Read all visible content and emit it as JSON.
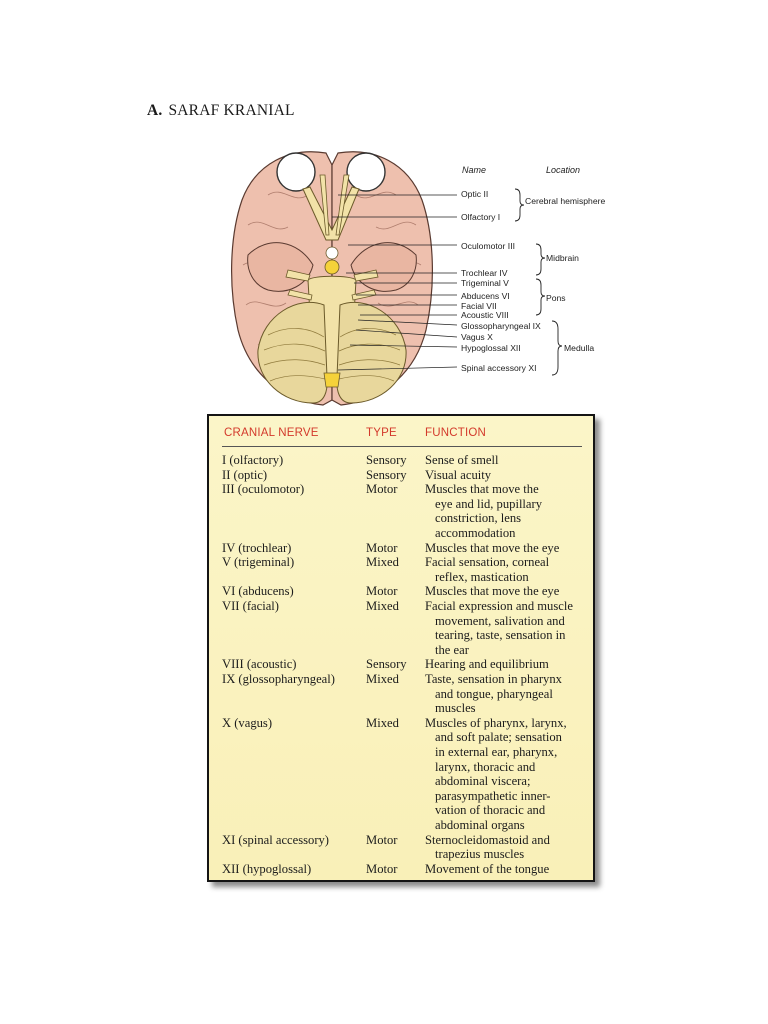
{
  "heading": {
    "letter": "A.",
    "text": "SARAF KRANIAL"
  },
  "figure": {
    "column_headers": {
      "name": "Name",
      "location": "Location"
    },
    "nerve_labels": [
      "Optic II",
      "Olfactory I",
      "Oculomotor III",
      "Trochlear IV",
      "Trigeminal V",
      "Abducens VI",
      "Facial VII",
      "Acoustic VIII",
      "Glossopharyngeal IX",
      "Vagus X",
      "Hypoglossal XII",
      "Spinal accessory XI"
    ],
    "location_labels": [
      "Cerebral hemisphere",
      "Midbrain",
      "Pons",
      "Medulla"
    ],
    "colors": {
      "brain": "#eec0ae",
      "brain_outline": "#5a3a30",
      "nerve": "#f2e2a8",
      "cerebellum": "#e8d79c"
    }
  },
  "table": {
    "headers": {
      "nerve": "CRANIAL NERVE",
      "type": "TYPE",
      "function": "FUNCTION"
    },
    "header_color": "#d33a2c",
    "background_color": "#faf3c0",
    "rows": [
      {
        "nerve": "I (olfactory)",
        "type": "Sensory",
        "function": [
          "Sense of smell"
        ]
      },
      {
        "nerve": "II (optic)",
        "type": "Sensory",
        "function": [
          "Visual acuity"
        ]
      },
      {
        "nerve": "III (oculomotor)",
        "type": "Motor",
        "function": [
          "Muscles that move the",
          "eye and lid, pupillary",
          "constriction, lens",
          "accommodation"
        ]
      },
      {
        "nerve": "IV (trochlear)",
        "type": "Motor",
        "function": [
          "Muscles that move the eye"
        ]
      },
      {
        "nerve": "V (trigeminal)",
        "type": "Mixed",
        "function": [
          "Facial sensation, corneal",
          "reflex, mastication"
        ]
      },
      {
        "nerve": "VI (abducens)",
        "type": "Motor",
        "function": [
          "Muscles that move the eye"
        ]
      },
      {
        "nerve": "VII (facial)",
        "type": "Mixed",
        "function": [
          "Facial expression and muscle",
          "movement, salivation and",
          "tearing, taste, sensation in",
          "the ear"
        ]
      },
      {
        "nerve": "VIII (acoustic)",
        "type": "Sensory",
        "function": [
          "Hearing and equilibrium"
        ]
      },
      {
        "nerve": "IX (glossopharyngeal)",
        "type": "Mixed",
        "function": [
          "Taste, sensation in pharynx",
          "and tongue, pharyngeal",
          "muscles"
        ]
      },
      {
        "nerve": "X (vagus)",
        "type": "Mixed",
        "function": [
          "Muscles of pharynx, larynx,",
          "and soft palate; sensation",
          "in external ear, pharynx,",
          "larynx, thoracic and",
          "abdominal viscera;",
          "parasympathetic inner-",
          "vation of thoracic and",
          "abdominal organs"
        ]
      },
      {
        "nerve": "XI (spinal accessory)",
        "type": "Motor",
        "function": [
          "Sternocleidomastoid and",
          "trapezius muscles"
        ]
      },
      {
        "nerve": "XII (hypoglossal)",
        "type": "Motor",
        "function": [
          "Movement of the tongue"
        ]
      }
    ]
  }
}
